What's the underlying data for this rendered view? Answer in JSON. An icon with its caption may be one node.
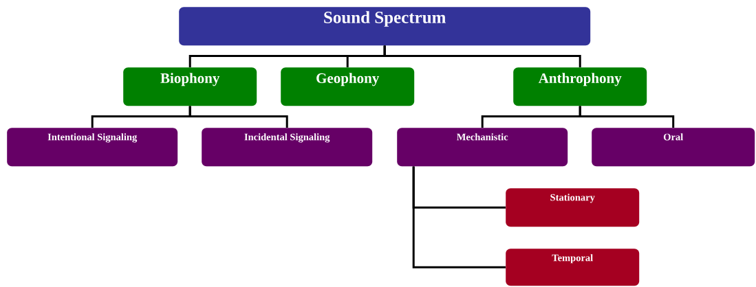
{
  "diagram": {
    "nodes": [
      {
        "text": [
          "Sound Spectrum"
        ]
      },
      {
        "text": [
          "Biophony"
        ]
      },
      {
        "text": [
          "Geophony"
        ]
      },
      {
        "text": [
          "Anthrophony"
        ]
      },
      {
        "text": [
          "Intentional Signaling"
        ]
      },
      {
        "text": [
          "Incidental Signaling"
        ]
      },
      {
        "text": [
          "Mechanistic"
        ]
      },
      {
        "text": [
          "Oral"
        ]
      },
      {
        "text": [
          "Stationary"
        ]
      },
      {
        "text": [
          "Temporal"
        ]
      }
    ],
    "edges": [
      {
        "from": 0,
        "to": 1,
        "arrow": "none"
      },
      {
        "from": 0,
        "to": 2,
        "arrow": "none"
      },
      {
        "from": 0,
        "to": 3,
        "arrow": "none"
      },
      {
        "from": 1,
        "to": 4,
        "arrow": "none"
      },
      {
        "from": 1,
        "to": 5,
        "arrow": "none"
      },
      {
        "from": 3,
        "to": 6,
        "arrow": "none"
      },
      {
        "from": 3,
        "to": 7,
        "arrow": "none"
      },
      {
        "from": 6,
        "to": 8,
        "arrow": "none"
      },
      {
        "from": 6,
        "to": 9,
        "arrow": "none"
      }
    ]
  }
}
